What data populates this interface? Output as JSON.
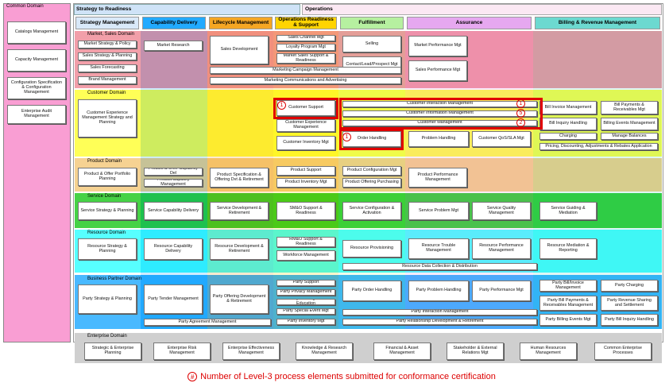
{
  "common": {
    "title": "Common Domain",
    "items": [
      "Catalogs Management",
      "Capacity Management",
      "Configuration Specification & Configuration Management",
      "Enterprise Audit Management"
    ]
  },
  "groups": {
    "s2r": "Strategy to Readiness",
    "ops": "Operations"
  },
  "columns": [
    "Strategy Management",
    "Capability Delivery",
    "Lifecycle Management",
    "Operations Readiness & Support",
    "Fulfillment",
    "Assurance",
    "Billing & Revenue Management"
  ],
  "domains": {
    "market": "Market, Sales Domain",
    "customer": "Customer Domain",
    "product": "Product Domain",
    "service": "Service Domain",
    "resource": "Resource Domain",
    "partner": "Business Partner Domain",
    "enterprise": "Enterprise Domain"
  },
  "market": {
    "strategy": [
      "Market Strategy & Policy",
      "Sales Strategy & Planning",
      "Sales Forecasting",
      "Brand Management"
    ],
    "capability": "Market Research",
    "lifecycle": "Sales Development",
    "ops": [
      "Sales Channel Mgt",
      "Loyalty Program Mgt",
      "Market Sales Support & Readiness"
    ],
    "fulfill": [
      "Selling",
      "Contact/Lead/Prospect Mgt"
    ],
    "assure": [
      "Market Performance Mgt",
      "Sales Performance Mgt"
    ],
    "span1": "Marketing Campaign Management",
    "span2": "Marketing Communications and Advertising"
  },
  "customer": {
    "strategy": "Customer Experience Management Strategy and Planning",
    "ops": [
      "Customer Support",
      "Customer Experience Management",
      "Customer Inventory Mgt"
    ],
    "spans": [
      "Customer Interaction Management",
      "Customer Information Management",
      "Customer Management"
    ],
    "fulfill": "Order Handling",
    "assure": [
      "Problem Handling",
      "Customer QoS/SLA Mgt"
    ],
    "billing": [
      "Bill Invoice Management",
      "Bill Payments & Receivables Mgt",
      "Bill Inquiry Handling",
      "Billing Events Management",
      "Charging",
      "Manage Balances"
    ],
    "billspan": "Pricing, Discounting, Adjustments & Rebates Application"
  },
  "product": {
    "strategy": "Product & Offer Portfolio Planning",
    "capability": [
      "Product & Offer Capability Del",
      "Product Capacity Management"
    ],
    "lifecycle": "Product Specification & Offering Dvt & Retirement",
    "ops": [
      "Product Support",
      "Product Inventory Mgt"
    ],
    "fulfill": [
      "Product Configuration Mgt",
      "Product Offering Purchasing"
    ],
    "assure": "Product Performance Management"
  },
  "service": {
    "strategy": "Service Strategy & Planning",
    "capability": "Service Capability Delivery",
    "lifecycle": "Service Development & Retirement",
    "ops": "SM&O Support & Readiness",
    "fulfill": "Service Configuration & Activation",
    "assure": [
      "Service Problem Mgt",
      "Service Quality Management"
    ],
    "billing": "Service Guiding & Mediation"
  },
  "resource": {
    "strategy": "Resource Strategy & Planning",
    "capability": "Resource Capability Delivery",
    "lifecycle": "Resource Development & Retirement",
    "ops": [
      "RM&O Support & Readiness",
      "Workforce Management"
    ],
    "fulfill": "Resource Provisioning",
    "assure": [
      "Resource Trouble Management",
      "Resource Performance Management"
    ],
    "billing": "Resource Mediation & Reporting",
    "span": "Resource Data Collection & Distribution"
  },
  "partner": {
    "strategy": "Party Strategy & Planning",
    "capability": "Party Tender Management",
    "lifecycle": "Party Offering Development & Retirement",
    "ops": [
      "Party Support",
      "Party Privacy Management",
      "Party Training and Education",
      "Party Special Event Mgt",
      "Party Inventory Mgt"
    ],
    "fulfill": "Party Order Handling",
    "assure": [
      "Party Problem Handling",
      "Party Performance Mgt"
    ],
    "billing": [
      "Party Bill/Invoice Management",
      "Party Charging",
      "Party Bill Payments & Receivables Management",
      "Party Revenue Sharing and Settlement",
      "Party Billing Events Mgt",
      "Party Bill Inquiry Handling"
    ],
    "spans": [
      "Party Agreement Management",
      "Party Interaction Management",
      "Party Relationship Development & Retirement"
    ]
  },
  "enterprise": [
    "Strategic & Enterprise Planning",
    "Enterprise Risk Management",
    "Enterprise Effectiveness Management",
    "Knowledge & Research Management",
    "Financial & Asset Management",
    "Stakeholder & External Relations Mgt",
    "Human Resources Management",
    "Common Enterprise Processes"
  ],
  "badges": [
    "1",
    "1",
    "1",
    "5",
    "2"
  ],
  "caption": {
    "symbol": "#",
    "text": "Number of Level-3 process elements submitted for conformance certification"
  },
  "colors": {
    "common": "#f99ed3",
    "market": "#f08a96",
    "customer": "#ffff33",
    "product": "#f5c97a",
    "service": "#1ec81e",
    "resource": "#33ffff",
    "partner": "#22aaff",
    "enterprise": "#cfcfcf",
    "highlight": "#e00000"
  }
}
